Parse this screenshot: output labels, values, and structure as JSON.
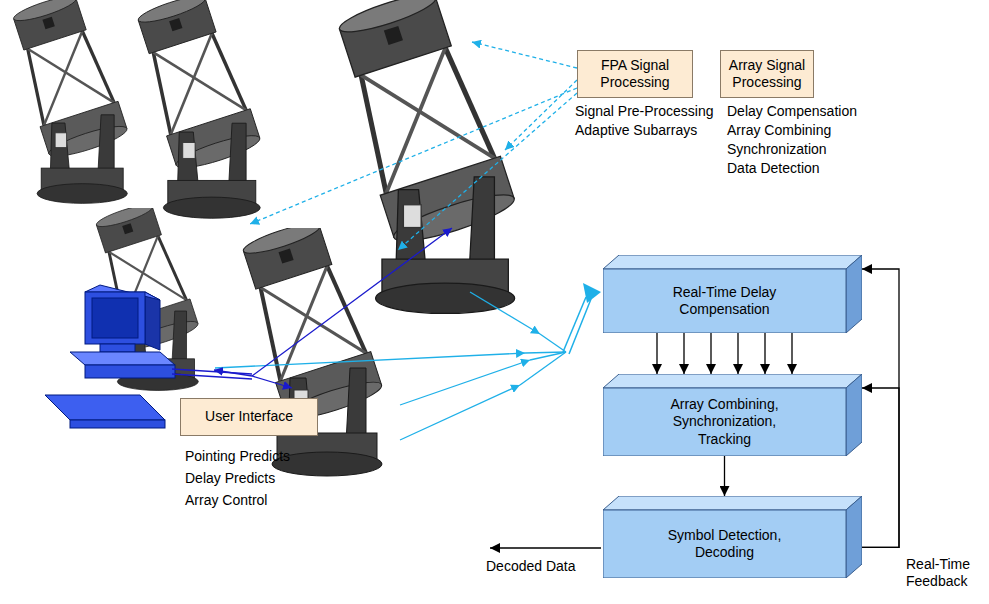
{
  "diagram": {
    "nodes": [
      {
        "text": [
          "FPA Signal Processing"
        ]
      },
      {
        "text": [
          "Array Signal Processing"
        ]
      },
      {
        "text": [
          "Real-Time Delay Compensation"
        ]
      },
      {
        "text": [
          "Array Combining, Synchronization, Tracking"
        ]
      },
      {
        "text": [
          "Symbol Detection, Decoding"
        ]
      },
      {
        "text": [
          "User Interface"
        ]
      }
    ],
    "edges": [
      {
        "from": 2,
        "to": 3,
        "arrow": "to"
      },
      {
        "from": 2,
        "to": 3,
        "arrow": "to"
      },
      {
        "from": 2,
        "to": 3,
        "arrow": "to"
      },
      {
        "from": 2,
        "to": 3,
        "arrow": "to"
      },
      {
        "from": 2,
        "to": 3,
        "arrow": "to"
      },
      {
        "from": 2,
        "to": 3,
        "arrow": "to"
      },
      {
        "from": 3,
        "to": 4,
        "arrow": "to"
      },
      {
        "from": 4,
        "to": 2,
        "arrow": "to"
      },
      {
        "from": 4,
        "to": 3,
        "arrow": "to"
      }
    ],
    "labels": [
      "Signal Pre-Processing",
      "Adaptive Subarrays",
      "Delay Compensation",
      "Array Combining",
      "Synchronization",
      "Data Detection",
      "Pointing Predicts",
      "Delay Predicts",
      "Array Control",
      "Decoded Data",
      "Real-Time Feedback"
    ]
  }
}
